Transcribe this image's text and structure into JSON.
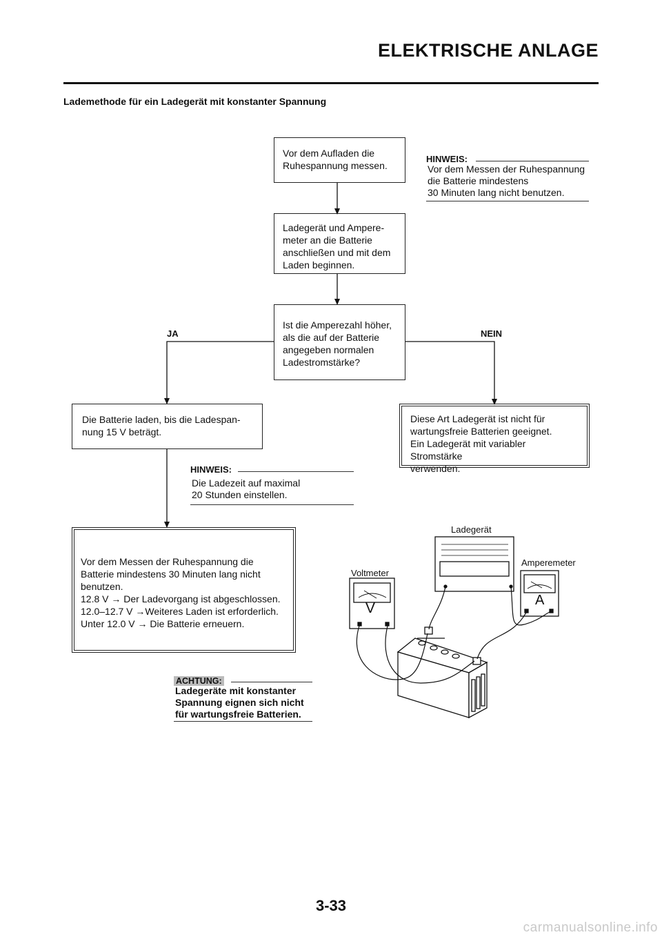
{
  "header": {
    "title": "ELEKTRISCHE ANLAGE",
    "subtitle": "Lademethode für ein Ladegerät mit konstanter Spannung"
  },
  "flow": {
    "step1": "Vor dem Aufladen die\nRuhespannung messen.",
    "step2": "Ladegerät und Ampere-\nmeter an die Batterie\nanschließen und mit dem\nLaden beginnen.",
    "question": "Ist die Amperezahl höher,\nals die auf der Batterie\nangegeben normalen\nLadestromstärke?",
    "yes_label": "JA",
    "no_label": "NEIN",
    "yes_action": "Die Batterie laden, bis die Ladespan-\nnung 15 V beträgt.",
    "no_action": "Diese Art Ladegerät ist nicht für\nwartungsfreie Batterien geeignet.\nEin Ladegerät mit variabler Stromstärke\nverwenden.",
    "final": "Vor dem Messen der Ruhespannung die\nBatterie mindestens 30 Minuten lang nicht\nbenutzen.\n12.8 V → Der Ladevorgang ist abgeschlossen.\n12.0–12.7 V →Weiteres Laden ist erforderlich.\nUnter 12.0 V → Die Batterie erneuern."
  },
  "notes": {
    "note1_head": "HINWEIS:",
    "note1_body": "Vor dem Messen der Ruhespannung\ndie Batterie mindestens\n30 Minuten lang nicht benutzen.",
    "note2_head": "HINWEIS:",
    "note2_body": "Die Ladezeit auf maximal\n20 Stunden einstellen.",
    "caution_head": "ACHTUNG:",
    "caution_body": "Ladegeräte mit konstanter\nSpannung eignen sich nicht\nfür wartungsfreie Batterien."
  },
  "illustration": {
    "charger": "Ladegerät",
    "voltmeter": "Voltmeter",
    "ammeter": "Amperemeter",
    "v_symbol": "V",
    "a_symbol": "A"
  },
  "footer": {
    "page_number": "3-33",
    "watermark": "carmanualsonline.info"
  }
}
